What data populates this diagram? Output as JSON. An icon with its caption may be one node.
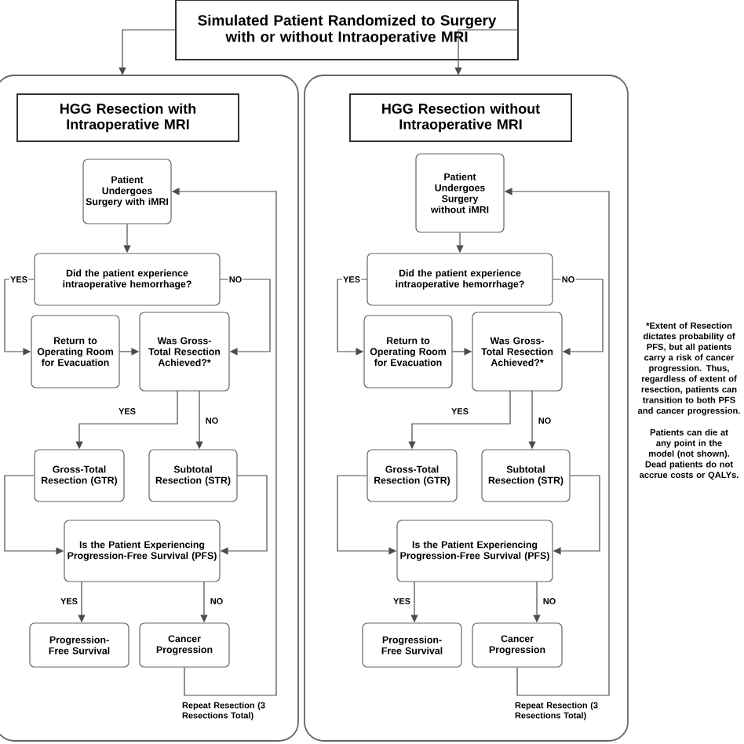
{
  "diagram": {
    "nodes": [
      {
        "text": [
          "Simulated Patient Randomized to Surgery with or without Intraoperative MRI"
        ]
      },
      {
        "text": [],
        "shape": "box"
      },
      {
        "text": [
          "HGG Resection with Intraoperative MRI"
        ],
        "in": 1
      },
      {
        "text": [
          "Patient Undergoes Surgery with iMRI"
        ],
        "in": 1
      },
      {
        "text": [
          "Did the  patient experience intraoperative hemorrhage?"
        ],
        "in": 1
      },
      {
        "text": [
          "Return to Operating Room for Evacuation"
        ],
        "in": 1
      },
      {
        "text": [
          "Was Gross-Total Resection Achieved?*"
        ],
        "in": 1
      },
      {
        "text": [
          "Gross-Total Resection (GTR)"
        ],
        "in": 1
      },
      {
        "text": [
          "Subtotal Resection (STR)"
        ],
        "in": 1
      },
      {
        "text": [
          "Is the Patient Experiencing Progression-Free Survival (PFS)"
        ],
        "in": 1
      },
      {
        "text": [
          "Progression-Free Survival"
        ],
        "in": 1
      },
      {
        "text": [
          "Cancer Progression"
        ],
        "in": 1
      },
      {
        "text": [],
        "shape": "box"
      },
      {
        "text": [
          "HGG Resection without Intraoperative MRI"
        ],
        "in": 12
      },
      {
        "text": [
          "Patient Undergoes Surgery without iMRI"
        ],
        "in": 12
      },
      {
        "text": [
          "Did the  patient experience intraoperative hemorrhage?"
        ],
        "in": 12
      },
      {
        "text": [
          "Return to Operating Room for Evacuation"
        ],
        "in": 12
      },
      {
        "text": [
          "Was Gross-Total Resection Achieved?*"
        ],
        "in": 12
      },
      {
        "text": [
          "Gross-Total Resection (GTR)"
        ],
        "in": 12
      },
      {
        "text": [
          "Subtotal Resection (STR)"
        ],
        "in": 12
      },
      {
        "text": [
          "Is the Patient Experiencing Progression-Free Survival (PFS)"
        ],
        "in": 12
      },
      {
        "text": [
          "Progression-Free Survival"
        ],
        "in": 12
      },
      {
        "text": [
          "Cancer Progression"
        ],
        "in": 12
      }
    ],
    "edges": [
      {
        "from": 0,
        "to": 1,
        "arrow": "to"
      },
      {
        "from": 0,
        "to": 12,
        "arrow": "to"
      },
      {
        "from": 3,
        "to": 4,
        "arrow": "to"
      },
      {
        "from": 4,
        "to": 5,
        "arrow": "to",
        "label": "YES"
      },
      {
        "from": 4,
        "to": 6,
        "arrow": "to",
        "label": "NO"
      },
      {
        "from": 5,
        "to": 6,
        "arrow": "to"
      },
      {
        "from": 6,
        "to": 7,
        "arrow": "to",
        "label": "YES"
      },
      {
        "from": 6,
        "to": 8,
        "arrow": "to",
        "label": "NO"
      },
      {
        "from": 7,
        "to": 9,
        "arrow": "to"
      },
      {
        "from": 8,
        "to": 9,
        "arrow": "to"
      },
      {
        "from": 9,
        "to": 10,
        "arrow": "to",
        "label": "YES"
      },
      {
        "from": 9,
        "to": 11,
        "arrow": "to",
        "label": "NO"
      },
      {
        "from": 11,
        "to": 3,
        "arrow": "to",
        "label": "Repeat Resection (3 Resections Total)"
      },
      {
        "from": 14,
        "to": 15,
        "arrow": "to"
      },
      {
        "from": 15,
        "to": 16,
        "arrow": "to",
        "label": "YES"
      },
      {
        "from": 15,
        "to": 17,
        "arrow": "to",
        "label": "NO"
      },
      {
        "from": 16,
        "to": 17,
        "arrow": "to"
      },
      {
        "from": 17,
        "to": 18,
        "arrow": "to",
        "label": "YES"
      },
      {
        "from": 17,
        "to": 19,
        "arrow": "to",
        "label": "NO"
      },
      {
        "from": 18,
        "to": 20,
        "arrow": "to"
      },
      {
        "from": 19,
        "to": 20,
        "arrow": "to"
      },
      {
        "from": 20,
        "to": 21,
        "arrow": "to",
        "label": "YES"
      },
      {
        "from": 20,
        "to": 22,
        "arrow": "to",
        "label": "NO"
      },
      {
        "from": 22,
        "to": 14,
        "arrow": "to",
        "label": "Repeat Resection (3 Resections Total)"
      }
    ],
    "labels": [
      "*Extent of Resection dictates probability of PFS, but all patients carry a risk of cancer progression. Thus, regardless of extent of resection, patients can transition to both PFS and cancer progression.",
      "Patients can die at any point in the model (not shown). Dead patients do not accrue costs or QALYs."
    ]
  }
}
